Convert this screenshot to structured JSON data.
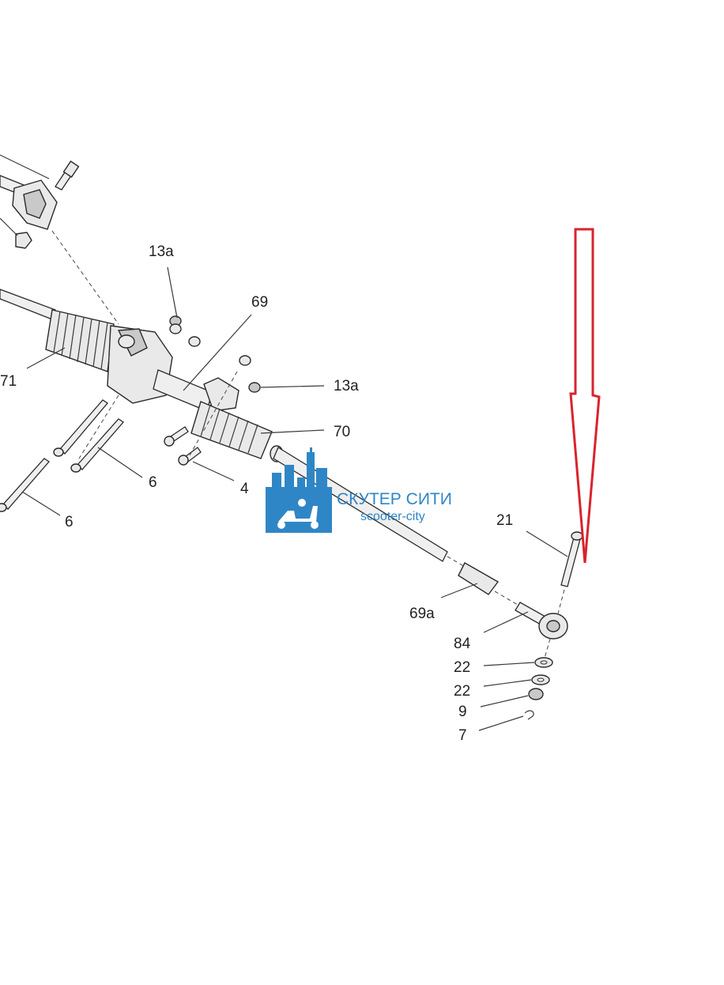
{
  "callouts": {
    "c_13a_top": "13a",
    "c_69": "69",
    "c_71": "71",
    "c_13a_right": "13a",
    "c_70": "70",
    "c_6_mid": "6",
    "c_4": "4",
    "c_6_left": "6",
    "c_21": "21",
    "c_69a": "69a",
    "c_84": "84",
    "c_22_a": "22",
    "c_22_b": "22",
    "c_9": "9",
    "c_7": "7"
  },
  "watermark": {
    "title": "СКУТЕР СИТИ",
    "subtitle": "scooter-city",
    "color": "#2f86c6"
  },
  "arrow": {
    "color": "#d9232e",
    "direction": "down"
  }
}
